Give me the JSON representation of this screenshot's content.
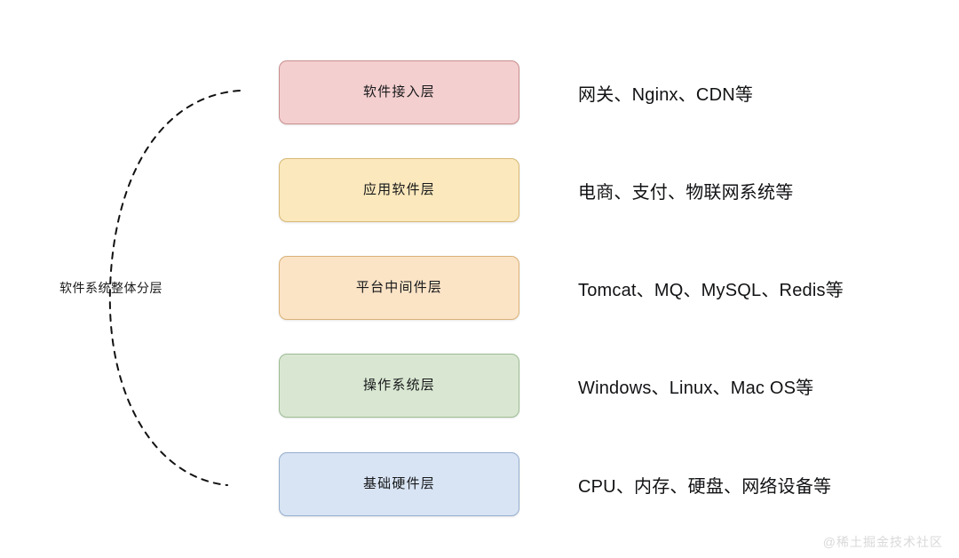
{
  "diagram": {
    "group_label": "软件系统整体分层",
    "brace": {
      "icon": "dashed-brace-curve",
      "style": "dashed",
      "color": "#111111"
    },
    "layers": [
      {
        "name": "软件接入层",
        "description": "网关、Nginx、CDN等",
        "fill": "#f4cfcf",
        "border": "#c98f8f"
      },
      {
        "name": "应用软件层",
        "description": "电商、支付、物联网系统等",
        "fill": "#fbe8bc",
        "border": "#d7b978"
      },
      {
        "name": "平台中间件层",
        "description": "Tomcat、MQ、MySQL、Redis等",
        "fill": "#fbe3c6",
        "border": "#d9b27a"
      },
      {
        "name": "操作系统层",
        "description": "Windows、Linux、Mac OS等",
        "fill": "#d9e7d2",
        "border": "#9dbb94"
      },
      {
        "name": "基础硬件层",
        "description": "CPU、内存、硬盘、网络设备等",
        "fill": "#d8e4f4",
        "border": "#96aecd"
      }
    ]
  },
  "watermark": {
    "text": "@稀土掘金技术社区"
  }
}
